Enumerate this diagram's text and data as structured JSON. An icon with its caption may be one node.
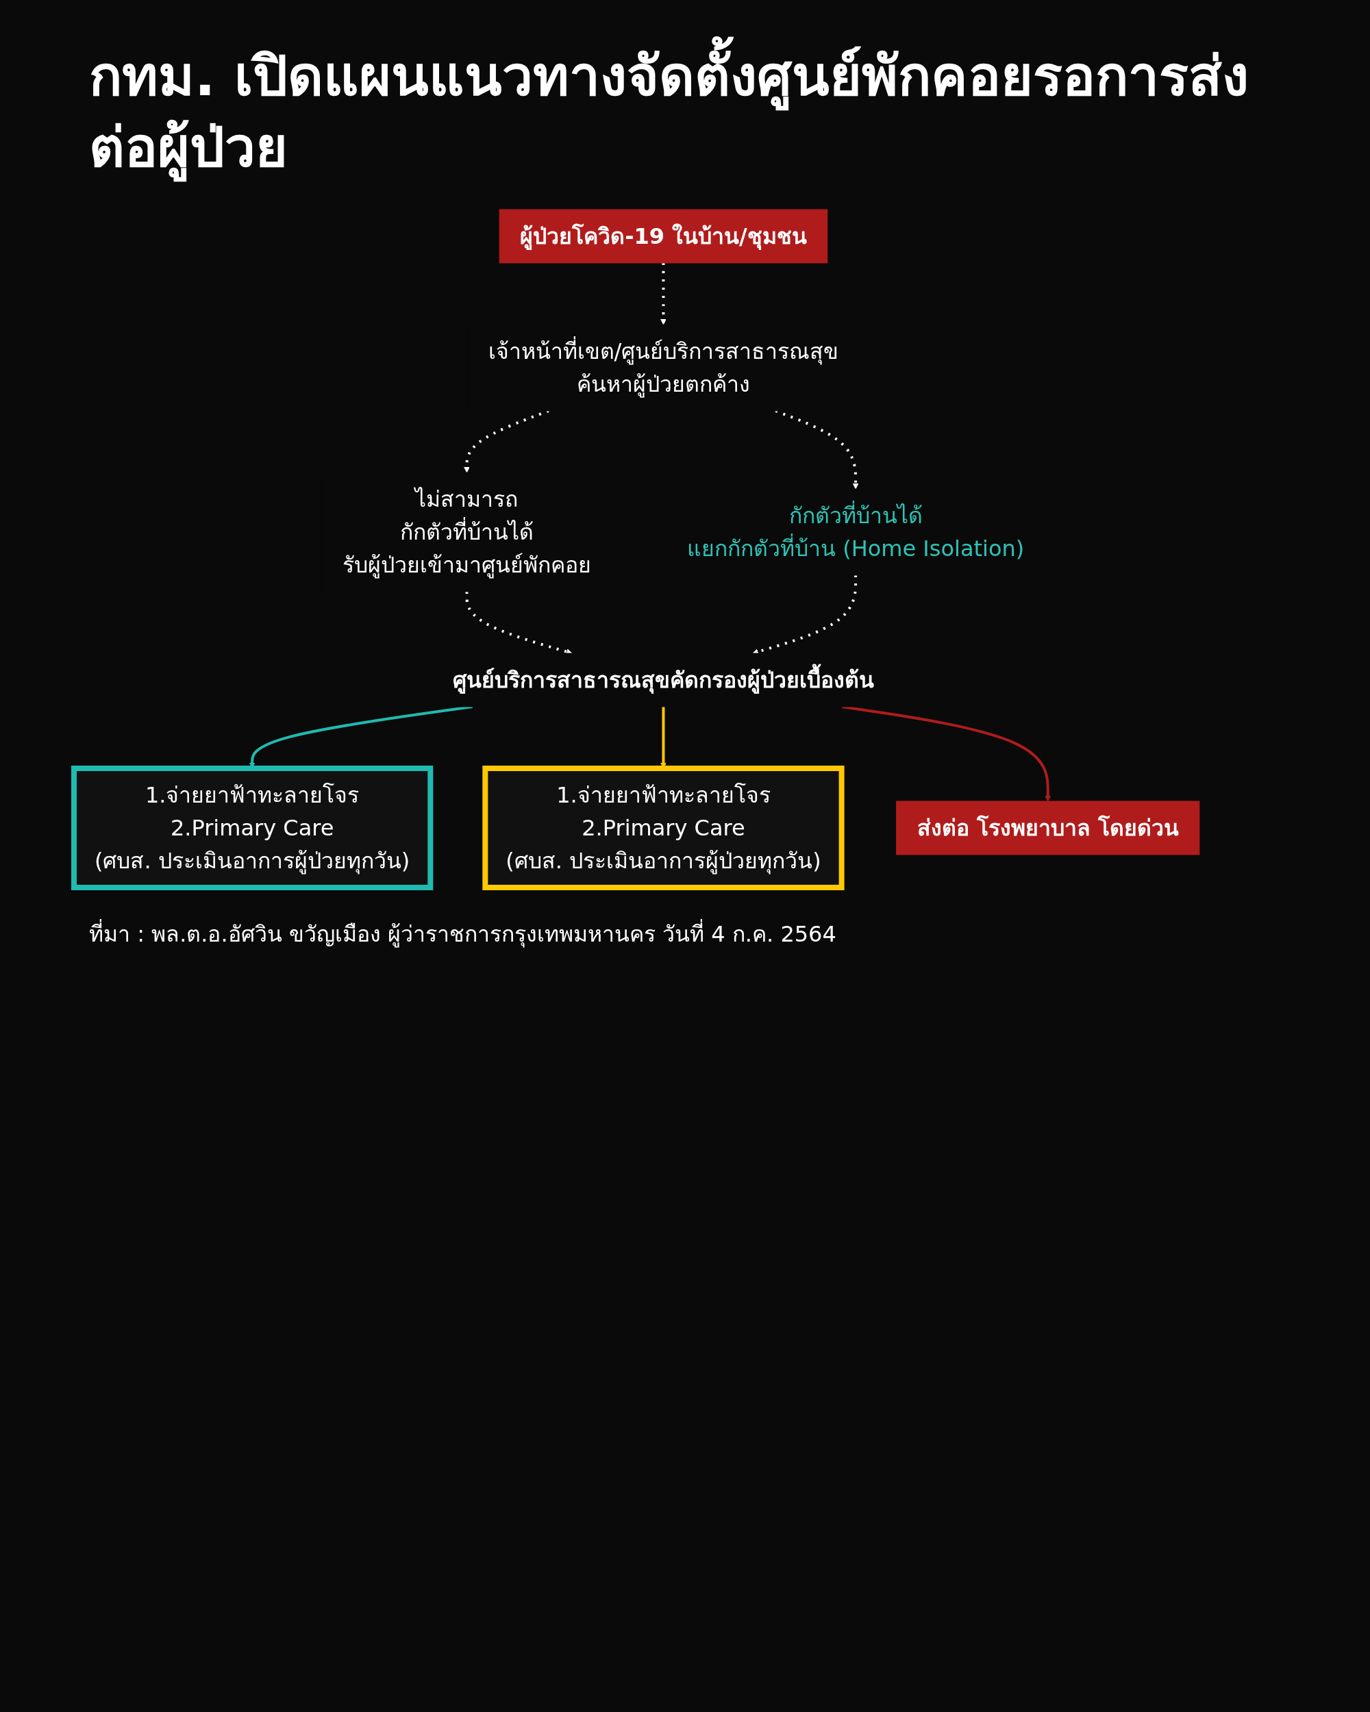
{
  "diagram": {
    "title": "กทม. เปิดแผนแนวทางจัดตั้งศูนย์พักคอยรอการส่งต่อผู้ป่วย",
    "caption": "ที่มา : พล.ต.อ.อัศวิน ขวัญเมือง ผู้ว่าราชการกรุงเทพมหานคร  วันที่ 4 ก.ค. 2564",
    "nodes": [
      {
        "text": [
          "ผู้ป่วยโควิด-19 ในบ้าน/ชุมชน"
        ]
      },
      {
        "text": [
          "เจ้าหน้าที่เขต/ศูนย์บริการสาธารณสุข",
          "ค้นหาผู้ป่วยตกค้าง"
        ]
      },
      {
        "text": [
          "ไม่สามารถ",
          "กักตัวที่บ้านได้",
          "รับผู้ป่วยเข้ามาศูนย์พักคอย"
        ]
      },
      {
        "text": [
          "กักตัวที่บ้านได้",
          "แยกกักตัวที่บ้าน (Home Isolation)"
        ]
      },
      {
        "text": [
          "ศูนย์บริการสาธารณสุขคัดกรองผู้ป่วยเบื้องต้น"
        ]
      },
      {
        "text": [
          "1.จ่ายยาฟ้าทะลายโจร",
          "2.Primary Care",
          "(ศบส. ประเมินอาการผู้ป่วยทุกวัน)"
        ]
      },
      {
        "text": [
          "1.จ่ายยาฟ้าทะลายโจร",
          "2.Primary Care",
          "(ศบส. ประเมินอาการผู้ป่วยทุกวัน)"
        ]
      },
      {
        "text": [
          "ส่งต่อ โรงพยาบาล โดยด่วน"
        ]
      }
    ],
    "edges": [
      {
        "from": 0,
        "to": 1,
        "arrow": "to",
        "style": "dashed"
      },
      {
        "from": 1,
        "to": 2,
        "arrow": "to",
        "style": "dashed"
      },
      {
        "from": 1,
        "to": 3,
        "arrow": "to",
        "style": "dashed"
      },
      {
        "from": 2,
        "to": 4,
        "arrow": "to",
        "style": "dashed"
      },
      {
        "from": 3,
        "to": 4,
        "arrow": "to",
        "style": "dashed"
      },
      {
        "from": 4,
        "to": 5,
        "arrow": "to",
        "color": "#1fbab0"
      },
      {
        "from": 4,
        "to": 6,
        "arrow": "to",
        "color": "#ffc800"
      },
      {
        "from": 4,
        "to": 7,
        "arrow": "to",
        "color": "#b01c1c"
      }
    ]
  }
}
